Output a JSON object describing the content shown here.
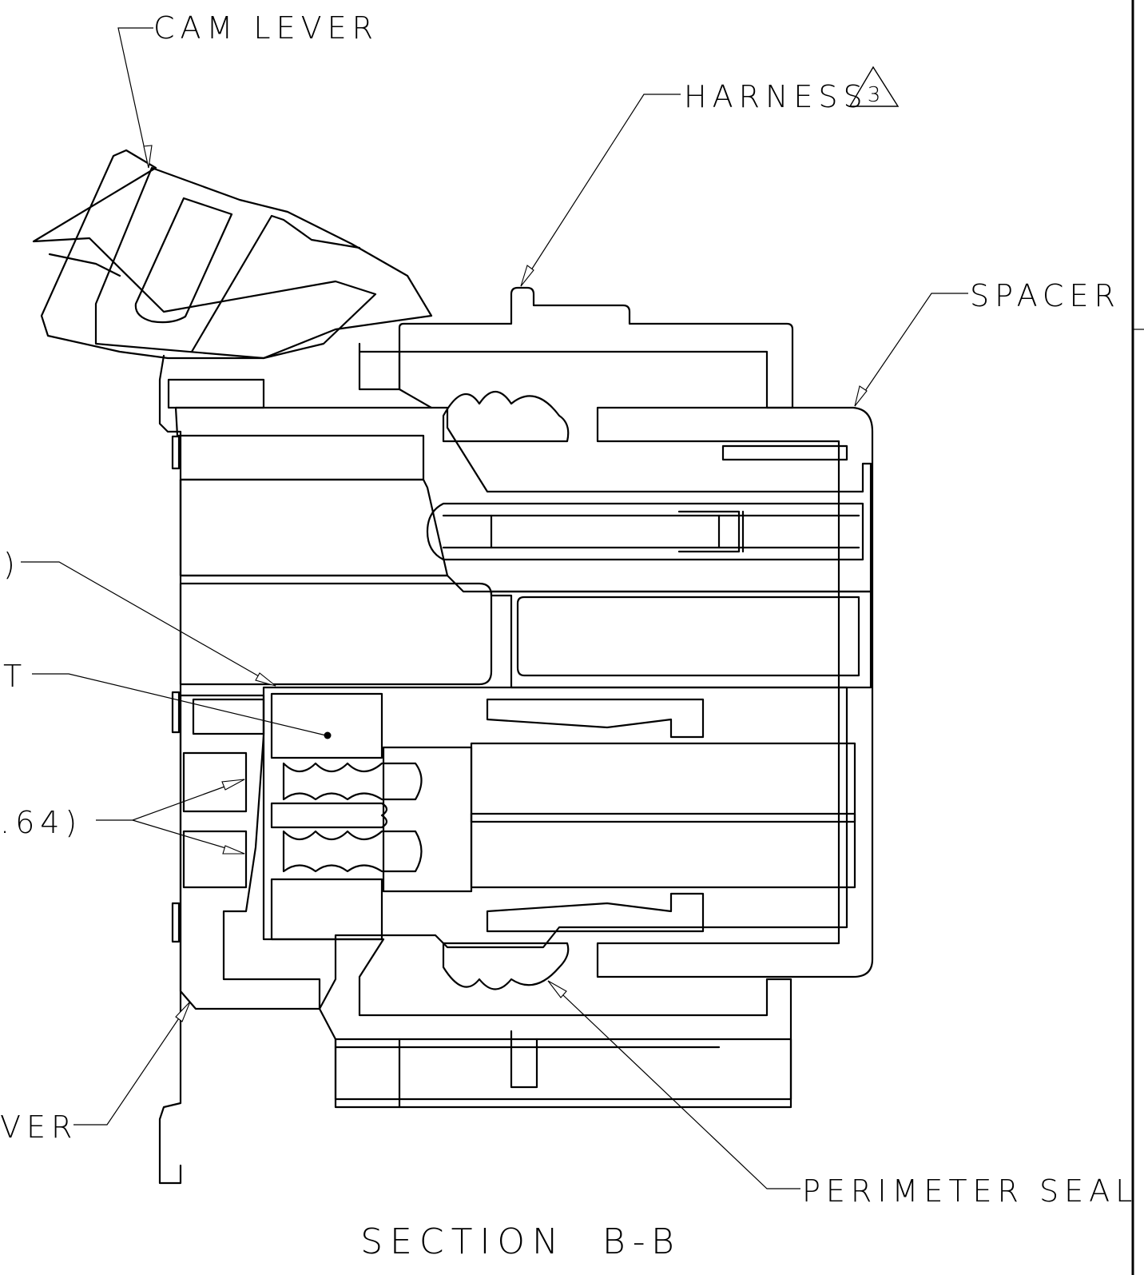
{
  "labels": {
    "cam_lever": "CAM LEVER",
    "harness": "HARNESS",
    "harness_note": "3",
    "spacer": "SPACER",
    "cut_1": ")",
    "cut_2": "T",
    "cut_3": ".64)",
    "cut_4": "VER",
    "perimeter_seal": "PERIMETER SEAL",
    "section_title": "SECTION  B-B"
  },
  "colors": {
    "ink": "#000000",
    "paper": "#ffffff"
  }
}
